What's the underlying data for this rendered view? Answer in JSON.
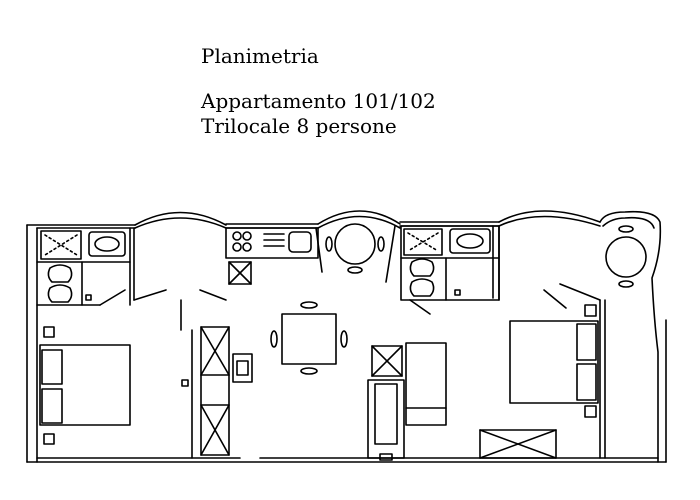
{
  "header": {
    "title": "Planimetria",
    "apartment": "Appartamento 101/102",
    "type": "Trilocale 8 persone"
  }
}
